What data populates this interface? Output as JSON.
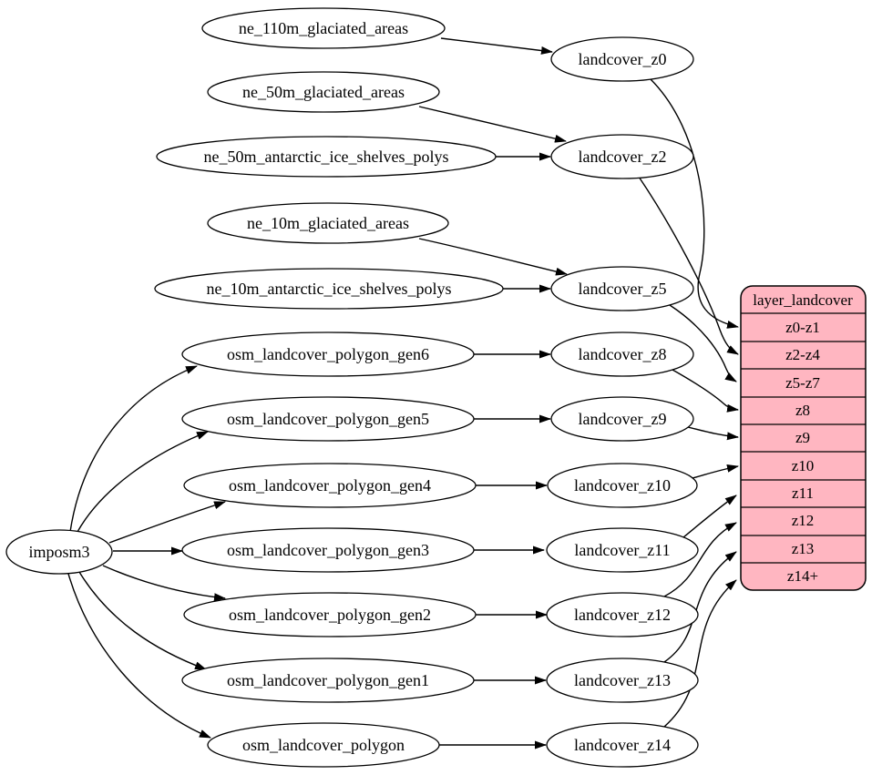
{
  "colors": {
    "background": "#ffffff",
    "node_fill": "#ffffff",
    "node_stroke": "#000000",
    "edge_color": "#000000",
    "record_fill": "#ffb6c1"
  },
  "nodes": {
    "imposm3": "imposm3",
    "ne_110m_glaciated_areas": "ne_110m_glaciated_areas",
    "ne_50m_glaciated_areas": "ne_50m_glaciated_areas",
    "ne_50m_antarctic_ice_shelves_polys": "ne_50m_antarctic_ice_shelves_polys",
    "ne_10m_glaciated_areas": "ne_10m_glaciated_areas",
    "ne_10m_antarctic_ice_shelves_polys": "ne_10m_antarctic_ice_shelves_polys",
    "osm_landcover_polygon_gen6": "osm_landcover_polygon_gen6",
    "osm_landcover_polygon_gen5": "osm_landcover_polygon_gen5",
    "osm_landcover_polygon_gen4": "osm_landcover_polygon_gen4",
    "osm_landcover_polygon_gen3": "osm_landcover_polygon_gen3",
    "osm_landcover_polygon_gen2": "osm_landcover_polygon_gen2",
    "osm_landcover_polygon_gen1": "osm_landcover_polygon_gen1",
    "osm_landcover_polygon": "osm_landcover_polygon",
    "landcover_z0": "landcover_z0",
    "landcover_z2": "landcover_z2",
    "landcover_z5": "landcover_z5",
    "landcover_z8": "landcover_z8",
    "landcover_z9": "landcover_z9",
    "landcover_z10": "landcover_z10",
    "landcover_z11": "landcover_z11",
    "landcover_z12": "landcover_z12",
    "landcover_z13": "landcover_z13",
    "landcover_z14": "landcover_z14"
  },
  "record": {
    "title": "layer_landcover",
    "rows": [
      "z0-z1",
      "z2-z4",
      "z5-z7",
      "z8",
      "z9",
      "z10",
      "z11",
      "z12",
      "z13",
      "z14+"
    ]
  },
  "edges": [
    {
      "from": "imposm3",
      "to": "osm_landcover_polygon_gen6"
    },
    {
      "from": "imposm3",
      "to": "osm_landcover_polygon_gen5"
    },
    {
      "from": "imposm3",
      "to": "osm_landcover_polygon_gen4"
    },
    {
      "from": "imposm3",
      "to": "osm_landcover_polygon_gen3"
    },
    {
      "from": "imposm3",
      "to": "osm_landcover_polygon_gen2"
    },
    {
      "from": "imposm3",
      "to": "osm_landcover_polygon_gen1"
    },
    {
      "from": "imposm3",
      "to": "osm_landcover_polygon"
    },
    {
      "from": "ne_110m_glaciated_areas",
      "to": "landcover_z0"
    },
    {
      "from": "ne_50m_glaciated_areas",
      "to": "landcover_z2"
    },
    {
      "from": "ne_50m_antarctic_ice_shelves_polys",
      "to": "landcover_z2"
    },
    {
      "from": "ne_10m_glaciated_areas",
      "to": "landcover_z5"
    },
    {
      "from": "ne_10m_antarctic_ice_shelves_polys",
      "to": "landcover_z5"
    },
    {
      "from": "osm_landcover_polygon_gen6",
      "to": "landcover_z8"
    },
    {
      "from": "osm_landcover_polygon_gen5",
      "to": "landcover_z9"
    },
    {
      "from": "osm_landcover_polygon_gen4",
      "to": "landcover_z10"
    },
    {
      "from": "osm_landcover_polygon_gen3",
      "to": "landcover_z11"
    },
    {
      "from": "osm_landcover_polygon_gen2",
      "to": "landcover_z12"
    },
    {
      "from": "osm_landcover_polygon_gen1",
      "to": "landcover_z13"
    },
    {
      "from": "osm_landcover_polygon",
      "to": "landcover_z14"
    },
    {
      "from": "landcover_z0",
      "to": "layer_landcover.z0-z1"
    },
    {
      "from": "landcover_z2",
      "to": "layer_landcover.z2-z4"
    },
    {
      "from": "landcover_z5",
      "to": "layer_landcover.z5-z7"
    },
    {
      "from": "landcover_z8",
      "to": "layer_landcover.z8"
    },
    {
      "from": "landcover_z9",
      "to": "layer_landcover.z9"
    },
    {
      "from": "landcover_z10",
      "to": "layer_landcover.z10"
    },
    {
      "from": "landcover_z11",
      "to": "layer_landcover.z11"
    },
    {
      "from": "landcover_z12",
      "to": "layer_landcover.z12"
    },
    {
      "from": "landcover_z13",
      "to": "layer_landcover.z13"
    },
    {
      "from": "landcover_z14",
      "to": "layer_landcover.z14+"
    }
  ]
}
